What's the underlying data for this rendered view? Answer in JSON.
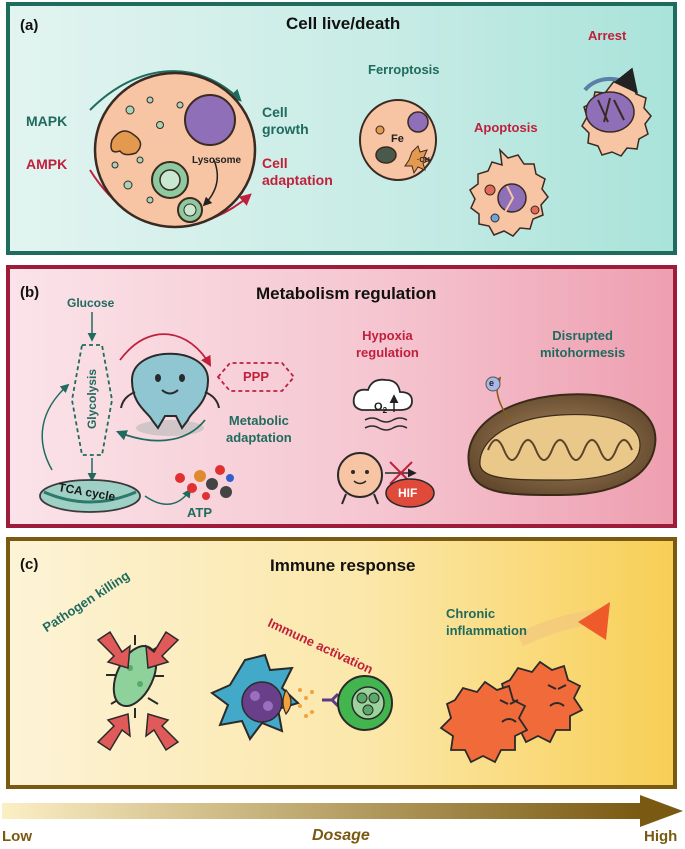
{
  "panels": {
    "a": {
      "label": "(a)",
      "title": "Cell live/death",
      "mapk": "MAPK",
      "ampk": "AMPK",
      "cell_growth": [
        "Cell",
        "growth"
      ],
      "cell_adaptation": [
        "Cell",
        "adaptation"
      ],
      "lysosome": "Lysosome",
      "ferroptosis": "Ferroptosis",
      "fe": "Fe",
      "oh": "·OH",
      "apoptosis": "Apoptosis",
      "arrest": "Arrest"
    },
    "b": {
      "label": "(b)",
      "title": "Metabolism regulation",
      "glucose": "Glucose",
      "glycolysis": "Glycolysis",
      "tca": "TCA cycle",
      "atp": "ATP",
      "ppp": "PPP",
      "metabolic_adaptation": [
        "Metabolic",
        "adaptation"
      ],
      "hypoxia": [
        "Hypoxia",
        "regulation"
      ],
      "o2": "O",
      "o2_sub": "2",
      "hif": "HIF",
      "mitohormesis": [
        "Disrupted",
        "mitohormesis"
      ],
      "electron": "e"
    },
    "c": {
      "label": "(c)",
      "title": "Immune response",
      "pathogen": "Pathogen killing",
      "activation": "Immune activation",
      "inflammation": [
        "Chronic",
        "inflammation"
      ]
    }
  },
  "dosage": {
    "low": "Low",
    "label": "Dosage",
    "high": "High"
  },
  "colors": {
    "teal": "#1f6b5e",
    "red": "#c0203c",
    "olive": "#7a5a12",
    "cell_fill": "#f7c5a4"
  }
}
